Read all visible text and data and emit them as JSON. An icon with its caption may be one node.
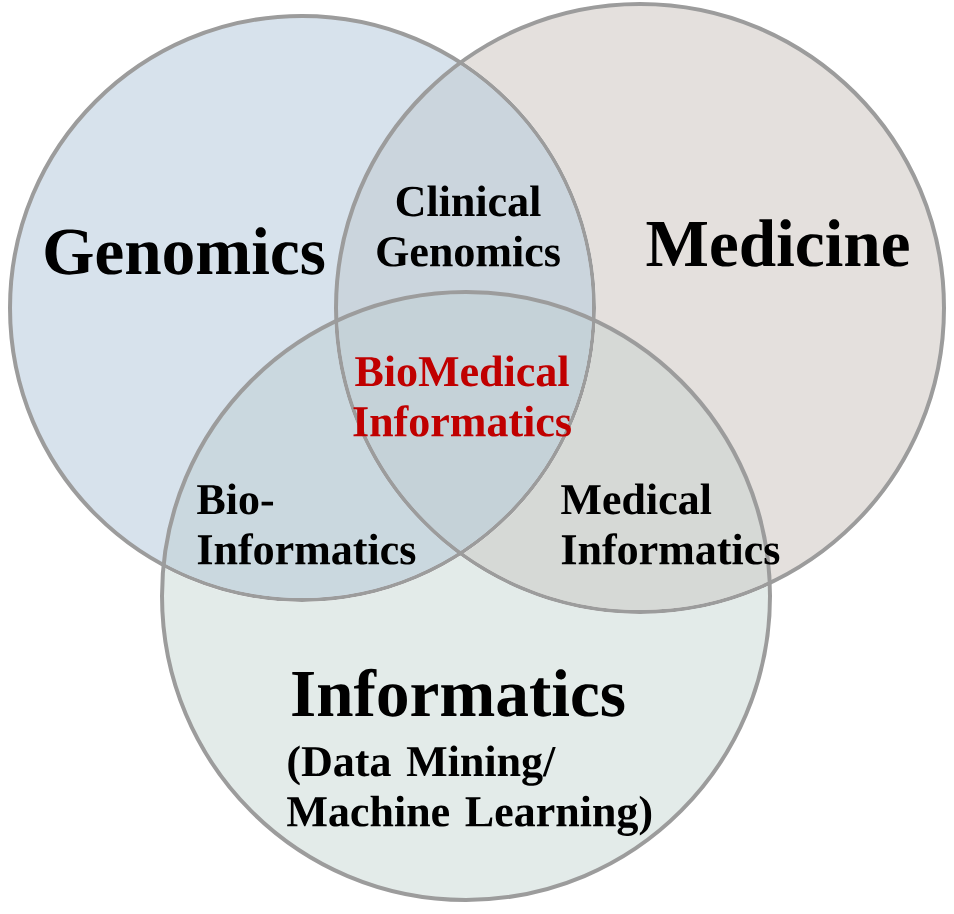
{
  "diagram": {
    "nodes": [
      {
        "text": [
          "Genomics"
        ]
      },
      {
        "text": [
          "Medicine"
        ]
      },
      {
        "text": [
          "Informatics",
          "(Data Mining/ Machine Learning)"
        ]
      }
    ],
    "labels": [
      "Clinical Genomics",
      "BioMedical Informatics",
      "Bio- Informatics",
      "Medical Informatics"
    ]
  }
}
